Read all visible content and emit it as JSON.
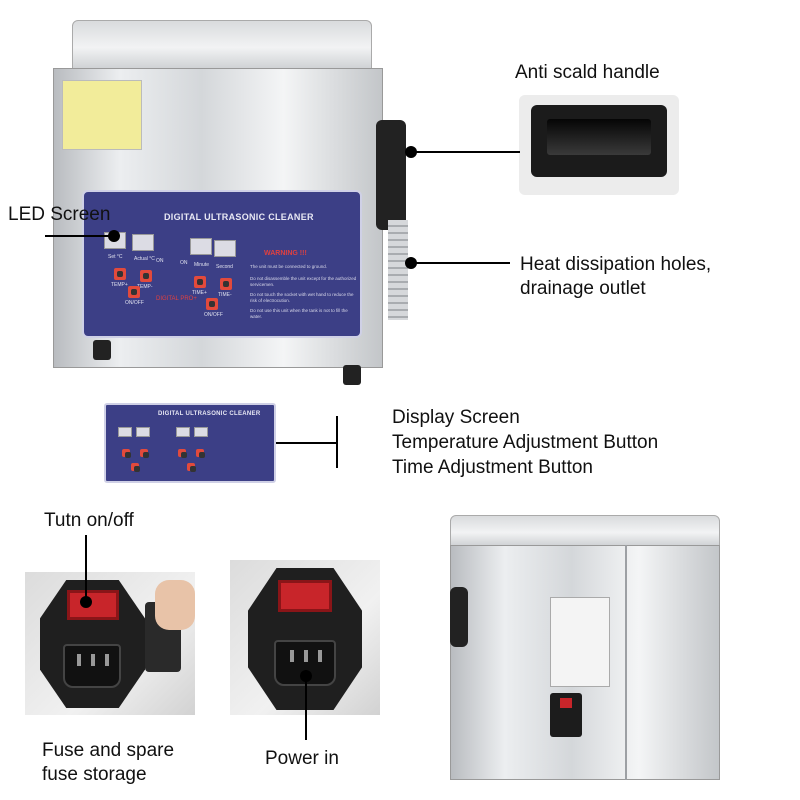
{
  "callouts": {
    "anti_scald_handle": "Anti scald handle",
    "led_screen": "LED Screen",
    "heat_dissipation": "Heat dissipation holes,",
    "drainage_outlet": "drainage outlet",
    "display_screen": "Display Screen",
    "temperature_button": "Temperature Adjustment Button",
    "time_button": "Time Adjustment Button",
    "turn_on_off": "Tutn on/off",
    "fuse_storage_line1": "Fuse and spare",
    "fuse_storage_line2": "fuse storage",
    "power_in": "Power in"
  },
  "panel": {
    "title": "DIGITAL ULTRASONIC CLEANER",
    "set_temp": "Set °C",
    "actual_temp": "Actual °C",
    "on": "ON",
    "minute": "Minute",
    "second": "Second",
    "temp_plus": "TEMP+",
    "temp_minus": "TEMP-",
    "on_off": "ON/OFF",
    "time_plus": "TIME+",
    "time_minus": "TIME-",
    "brand": "DIGITAL PRO+",
    "warning": "WARNING !!!",
    "warnings": [
      "The unit must be connected to ground.",
      "Do not disassemble the unit except for the authorized servicemen.",
      "Do not touch the socket with wet hand to reduce the risk of electrocution.",
      "Do not use this unit when the tank is not to fill the water."
    ]
  }
}
